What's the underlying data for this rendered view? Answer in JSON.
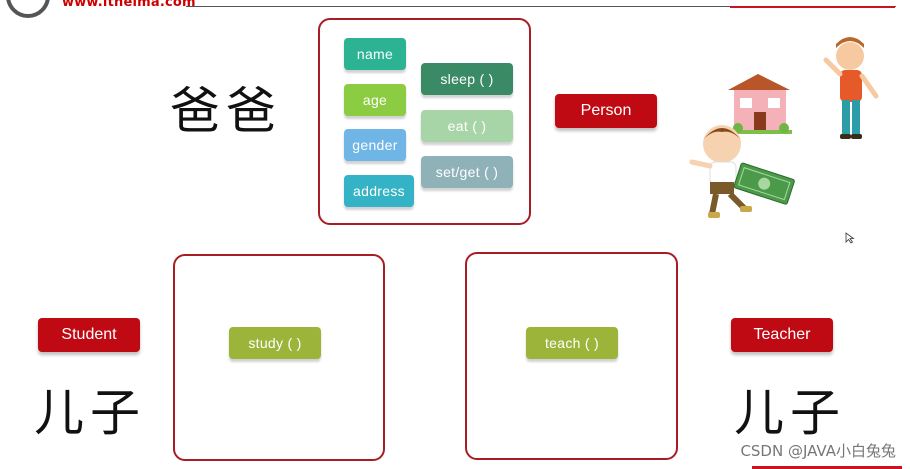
{
  "header": {
    "logo_text": "www.itheima.com"
  },
  "person_box": {
    "attributes": [
      "name",
      "age",
      "gender",
      "address"
    ],
    "methods": [
      "sleep ( )",
      "eat ( )",
      "set/get ( )"
    ]
  },
  "labels": {
    "person": "Person",
    "student": "Student",
    "teacher": "Teacher"
  },
  "handwriting": {
    "father": "爸爸",
    "son_left": "儿子",
    "son_right": "儿子"
  },
  "student_box": {
    "method": "study ( )"
  },
  "teacher_box": {
    "method": "teach ( )"
  },
  "watermark": "CSDN @JAVA小白兔兔",
  "colors": {
    "red": "#c00a13",
    "teal": "#2bb394",
    "lime": "#8ccc42",
    "sky": "#6fb5e6",
    "cyan": "#34b3c7",
    "dark_green": "#3a8a66",
    "pale_green": "#a8d5a8",
    "grey_teal": "#8fb1b8",
    "olive": "#9db43a"
  },
  "icons": [
    "house-icon",
    "man-waving-icon",
    "boy-with-money-icon",
    "mouse-cursor-icon"
  ]
}
